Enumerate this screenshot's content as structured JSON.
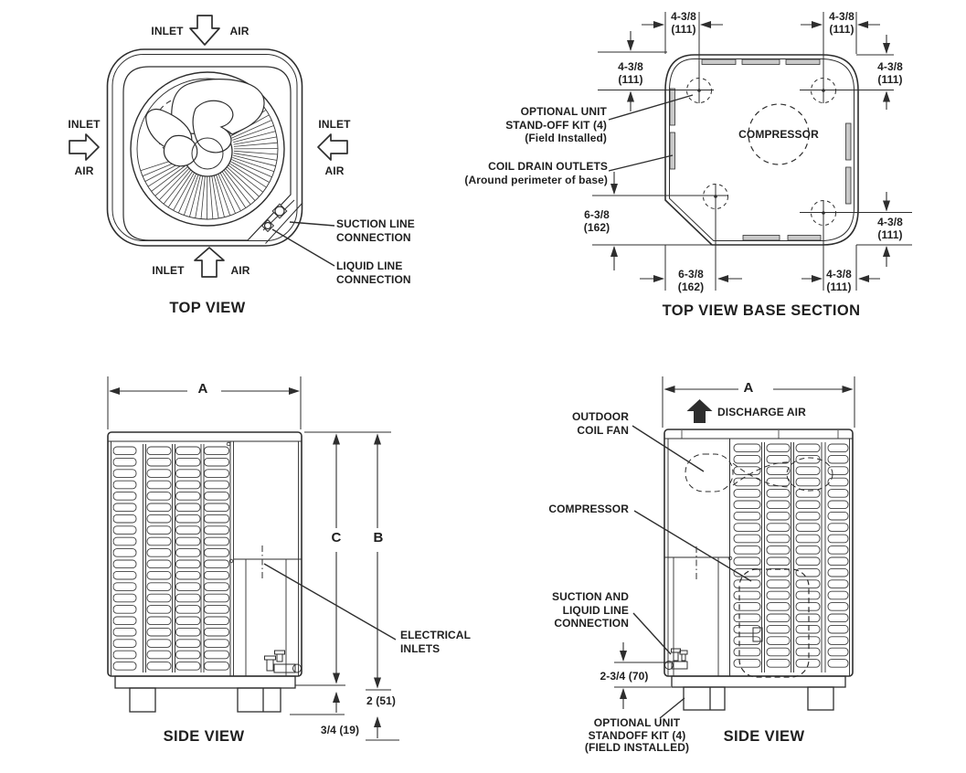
{
  "colors": {
    "line": "#2e2e2e",
    "text": "#1f1f1f",
    "slot_fill": "#c9c9c9"
  },
  "top_view": {
    "title": "TOP VIEW",
    "inlet_top": "INLET",
    "air_top": "AIR",
    "inlet_left": "INLET",
    "air_left": "AIR",
    "inlet_right": "INLET",
    "air_right": "AIR",
    "inlet_bottom": "INLET",
    "air_bottom": "AIR",
    "suction_line_label": "SUCTION LINE\nCONNECTION",
    "liquid_line_label": "LIQUID LINE\nCONNECTION"
  },
  "base_section": {
    "title": "TOP VIEW BASE SECTION",
    "compressor_label": "COMPRESSOR",
    "standoff_label": "OPTIONAL UNIT\nSTAND-OFF KIT (4)\n(Field Installed)",
    "coil_drain_label": "COIL DRAIN OUTLETS\n(Around perimeter of base)",
    "dims": {
      "top_left": "4-3/8\n(111)",
      "top_right": "4-3/8\n(111)",
      "left_upper": "4-3/8\n(111)",
      "left_lower": "6-3/8\n(162)",
      "right_upper": "4-3/8\n(111)",
      "right_lower": "4-3/8\n(111)",
      "bottom_left": "6-3/8\n(162)",
      "bottom_right": "4-3/8\n(111)"
    }
  },
  "side_view_left": {
    "title": "SIDE VIEW",
    "dim_a": "A",
    "dim_b": "B",
    "dim_c": "C",
    "electrical_inlets_label": "ELECTRICAL\nINLETS",
    "dim_feet": "2 (51)",
    "dim_standoff": "3/4 (19)"
  },
  "side_view_right": {
    "title": "SIDE VIEW",
    "dim_a": "A",
    "discharge_air_label": "DISCHARGE AIR",
    "outdoor_coil_fan_label": "OUTDOOR\nCOIL FAN",
    "compressor_label": "COMPRESSOR",
    "suction_liquid_label": "SUCTION AND\nLIQUID LINE\nCONNECTION",
    "dim_connection_height": "2-3/4 (70)",
    "standoff_kit_label": "OPTIONAL UNIT\nSTANDOFF KIT (4)\n(FIELD INSTALLED)"
  }
}
